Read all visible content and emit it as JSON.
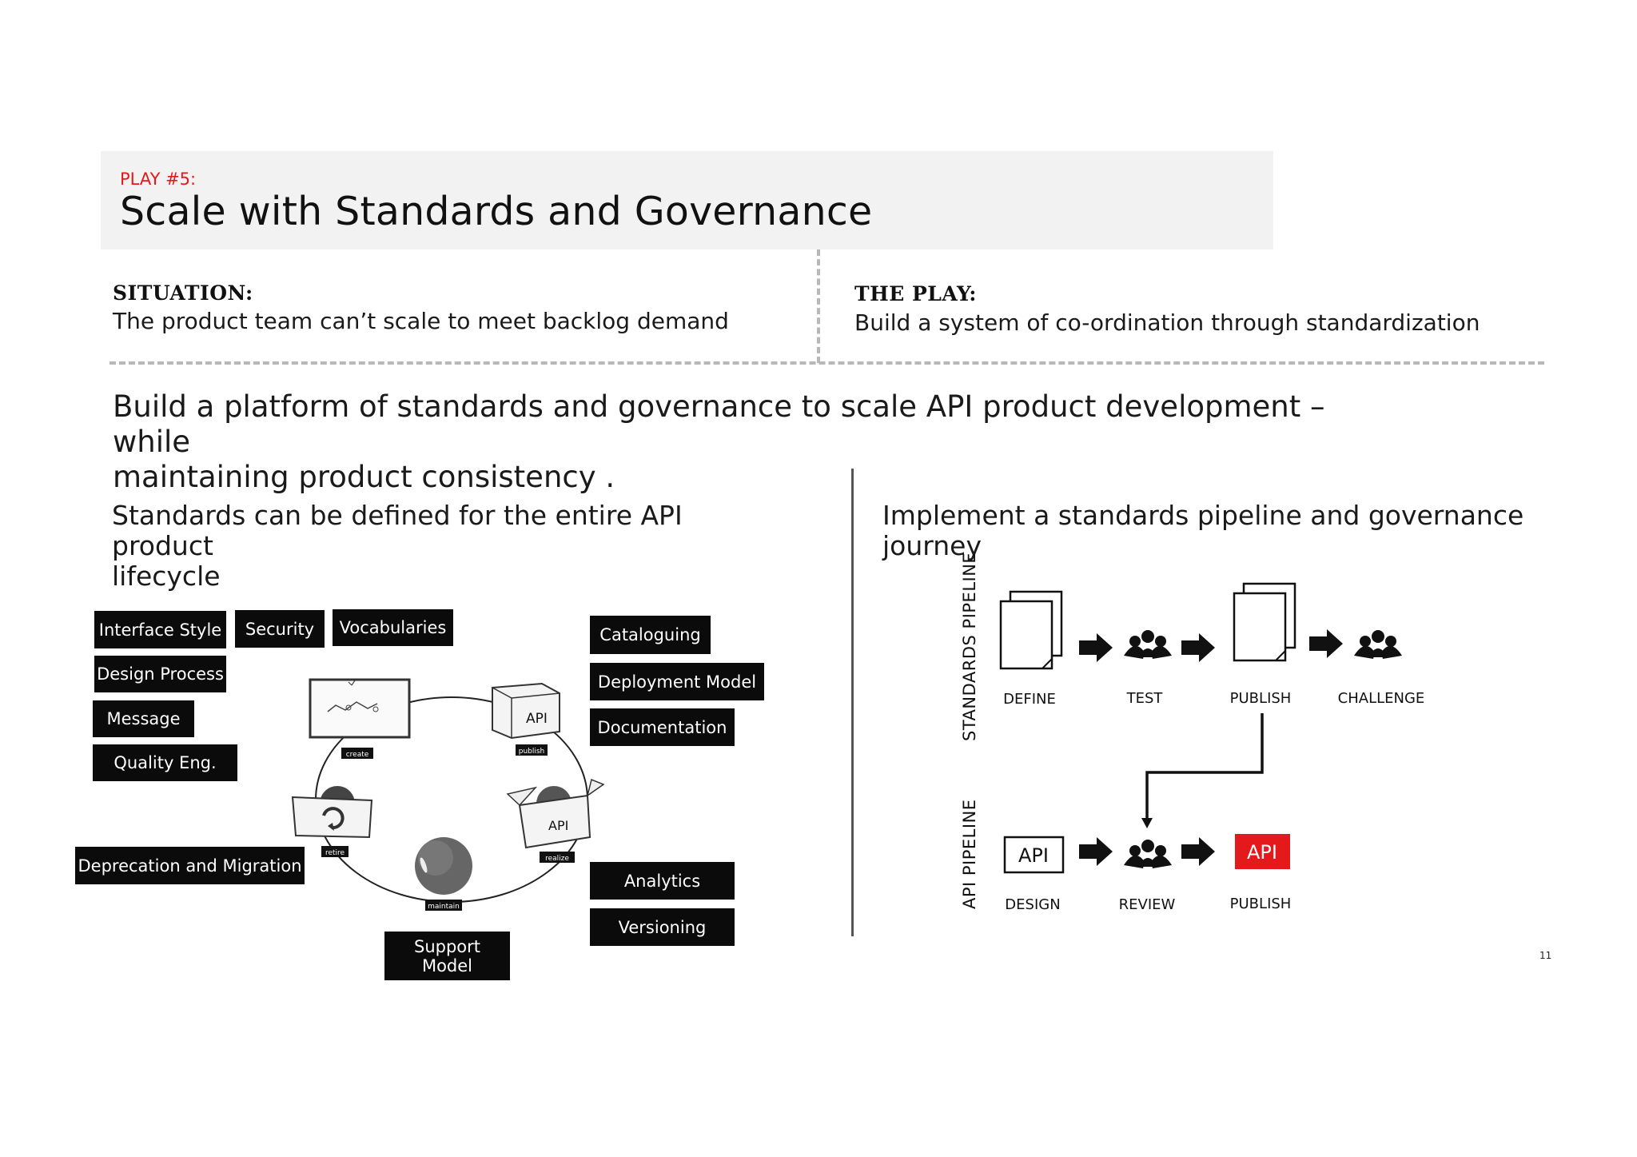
{
  "header": {
    "kicker": "PLAY #5:",
    "title": "Scale with Standards and Governance"
  },
  "situation": {
    "label": "SITUATION:",
    "text": "The product team can’t scale to meet backlog demand"
  },
  "the_play": {
    "label": "THE PLAY:",
    "text": "Build a system of co-ordination through standardization"
  },
  "lead": {
    "line1": "Build a platform of standards and governance to scale API product development – while",
    "line2": "maintaining product consistency ."
  },
  "left": {
    "heading_line1": "Standards can be defined for the entire API product",
    "heading_line2": "lifecycle",
    "tags": {
      "interface_style": "Interface Style",
      "security": "Security",
      "vocabularies": "Vocabularies",
      "design_process": "Design Process",
      "message": "Message",
      "quality_eng": "Quality Eng.",
      "deprecation": "Deprecation and Migration",
      "support_line1": "Support",
      "support_line2": "Model",
      "cataloguing": "Cataloguing",
      "deployment_model": "Deployment Model",
      "documentation": "Documentation",
      "analytics": "Analytics",
      "versioning": "Versioning"
    },
    "cycle": {
      "create": "create",
      "publish": "publish",
      "realize": "realize",
      "maintain": "maintain",
      "retire": "retire",
      "api_box1": "API",
      "api_box2": "API"
    }
  },
  "right": {
    "heading": "Implement a standards pipeline and governance journey",
    "standards_pipeline_label": "STANDARDS PIPELINE",
    "api_pipeline_label": "API PIPELINE",
    "standards_steps": {
      "define": "DEFINE",
      "test": "TEST",
      "publish": "PUBLISH",
      "challenge": "CHALLENGE"
    },
    "api_steps": {
      "design": "DESIGN",
      "review": "REVIEW",
      "publish": "PUBLISH",
      "design_box": "API",
      "publish_box": "API"
    },
    "accent_color": "#e3191b"
  },
  "page_number": "11"
}
